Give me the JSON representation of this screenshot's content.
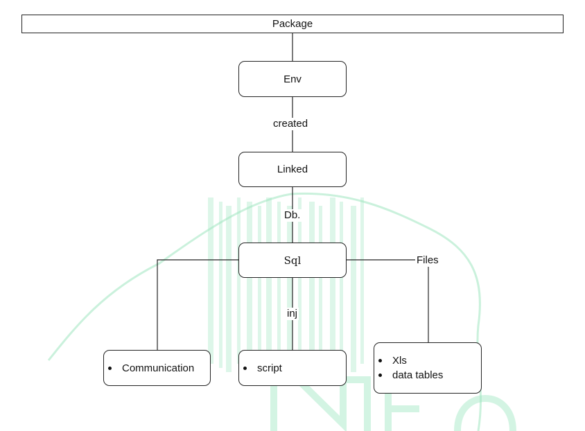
{
  "diagram": {
    "package_label": "Package",
    "env_label": "Env",
    "edge_env_linked": "created",
    "linked_label": "Linked",
    "edge_linked_sql": "Db.",
    "sql_label": "Sql",
    "edge_sql_files": "Files",
    "edge_sql_script": "inj",
    "communication_items": [
      "Communication"
    ],
    "script_items": [
      "script"
    ],
    "files_items": [
      "Xls",
      "data tables"
    ]
  },
  "colors": {
    "watermark": "#9ee6c0",
    "line": "#222222"
  }
}
